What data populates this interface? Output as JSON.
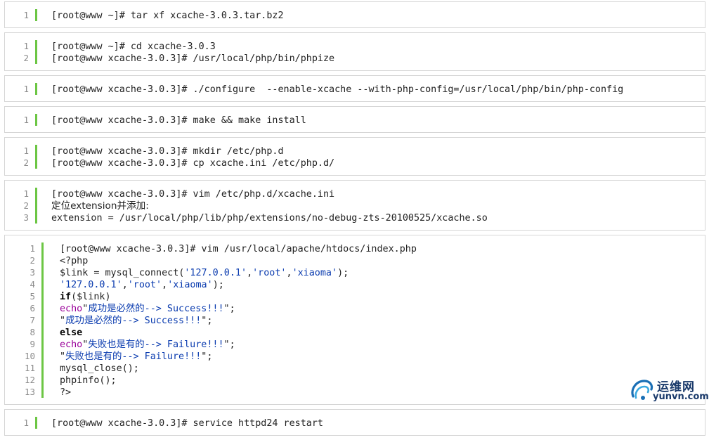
{
  "colors": {
    "gutter": "#6cc644",
    "line_number": "#8c8c8c",
    "keyword_fn": "#990099",
    "string": "#0a3baf",
    "border": "#d6d6d6",
    "watermark": "#1a3a6b"
  },
  "blocks": [
    {
      "lines": [
        {
          "num": "1",
          "text": "[root@www ~]# tar xf xcache-3.0.3.tar.bz2"
        }
      ]
    },
    {
      "lines": [
        {
          "num": "1",
          "text": "[root@www ~]# cd xcache-3.0.3"
        },
        {
          "num": "2",
          "text": "[root@www xcache-3.0.3]# /usr/local/php/bin/phpize"
        }
      ]
    },
    {
      "lines": [
        {
          "num": "1",
          "text": "[root@www xcache-3.0.3]# ./configure  --enable-xcache --with-php-config=/usr/local/php/bin/php-config"
        }
      ]
    },
    {
      "lines": [
        {
          "num": "1",
          "text": "[root@www xcache-3.0.3]# make && make install"
        }
      ]
    },
    {
      "lines": [
        {
          "num": "1",
          "text": "[root@www xcache-3.0.3]# mkdir /etc/php.d"
        },
        {
          "num": "2",
          "text": "[root@www xcache-3.0.3]# cp xcache.ini /etc/php.d/"
        }
      ]
    },
    {
      "lines": [
        {
          "num": "1",
          "text": "[root@www xcache-3.0.3]# vim /etc/php.d/xcache.ini"
        },
        {
          "num": "2",
          "text": "定位extension并添加:"
        },
        {
          "num": "3",
          "text": "extension = /usr/local/php/lib/php/extensions/no-debug-zts-20100525/xcache.so"
        }
      ]
    },
    {
      "php": {
        "l1": {
          "num": "1",
          "text": "[root@www xcache-3.0.3]# vim /usr/local/apache/htdocs/index.php"
        },
        "l2": {
          "num": "2",
          "text": "<?php"
        },
        "l3": {
          "num": "3",
          "a": "$link = mysql_connect(",
          "s1": "'127.0.0.1'",
          "c1": ",",
          "s2": "'root'",
          "c2": ",",
          "s3": "'xiaoma'",
          "b": ");"
        },
        "l4": {
          "num": "4",
          "s1": "'127.0.0.1'",
          "c1": ",",
          "s2": "'root'",
          "c2": ",",
          "s3": "'xiaoma'",
          "b": ");"
        },
        "l5": {
          "num": "5",
          "kw": "if",
          "rest": "($link)"
        },
        "l6": {
          "num": "6",
          "fn": "echo",
          "q": "\"",
          "s": "成功是必然的--> Success!!!",
          "end": "\";"
        },
        "l7": {
          "num": "7",
          "q": "\"",
          "s": "成功是必然的--> Success!!!",
          "end": "\";"
        },
        "l8": {
          "num": "8",
          "kw": "else"
        },
        "l9": {
          "num": "9",
          "fn": "echo",
          "q": "\"",
          "s": "失败也是有的--> Failure!!!",
          "end": "\";"
        },
        "l10": {
          "num": "10",
          "q": "\"",
          "s": "失败也是有的--> Failure!!!",
          "end": "\";"
        },
        "l11": {
          "num": "11",
          "text": "mysql_close();"
        },
        "l12": {
          "num": "12",
          "text": "phpinfo();"
        },
        "l13": {
          "num": "13",
          "text": "?>"
        }
      }
    },
    {
      "lines": [
        {
          "num": "1",
          "text": "[root@www xcache-3.0.3]# service httpd24 restart"
        }
      ]
    }
  ],
  "watermark": {
    "brand_cn": "运维网",
    "brand_en": "yunvn.com"
  }
}
